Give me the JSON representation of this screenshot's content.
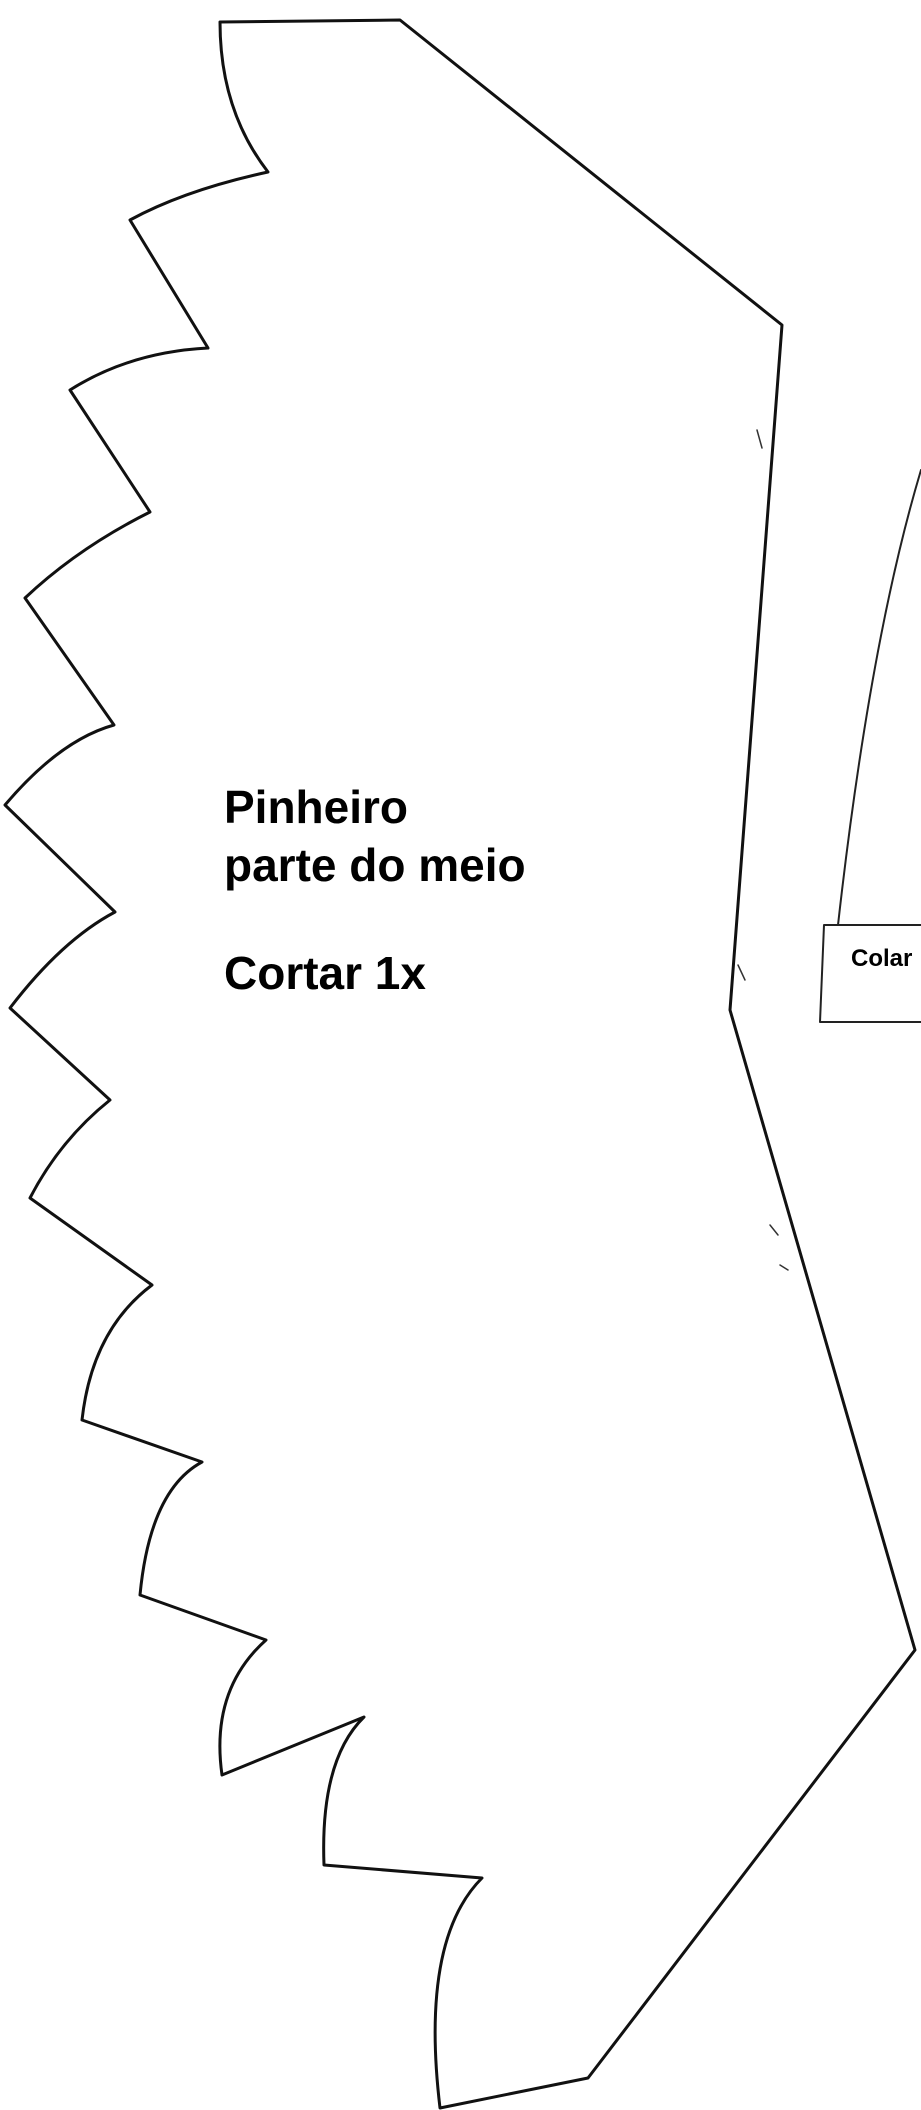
{
  "template": {
    "title": "Pinheiro",
    "subtitle": "parte do meio",
    "instruction": "Cortar 1x",
    "tab_label": "Colar"
  },
  "colors": {
    "line": "#111111",
    "paper": "#ffffff"
  }
}
